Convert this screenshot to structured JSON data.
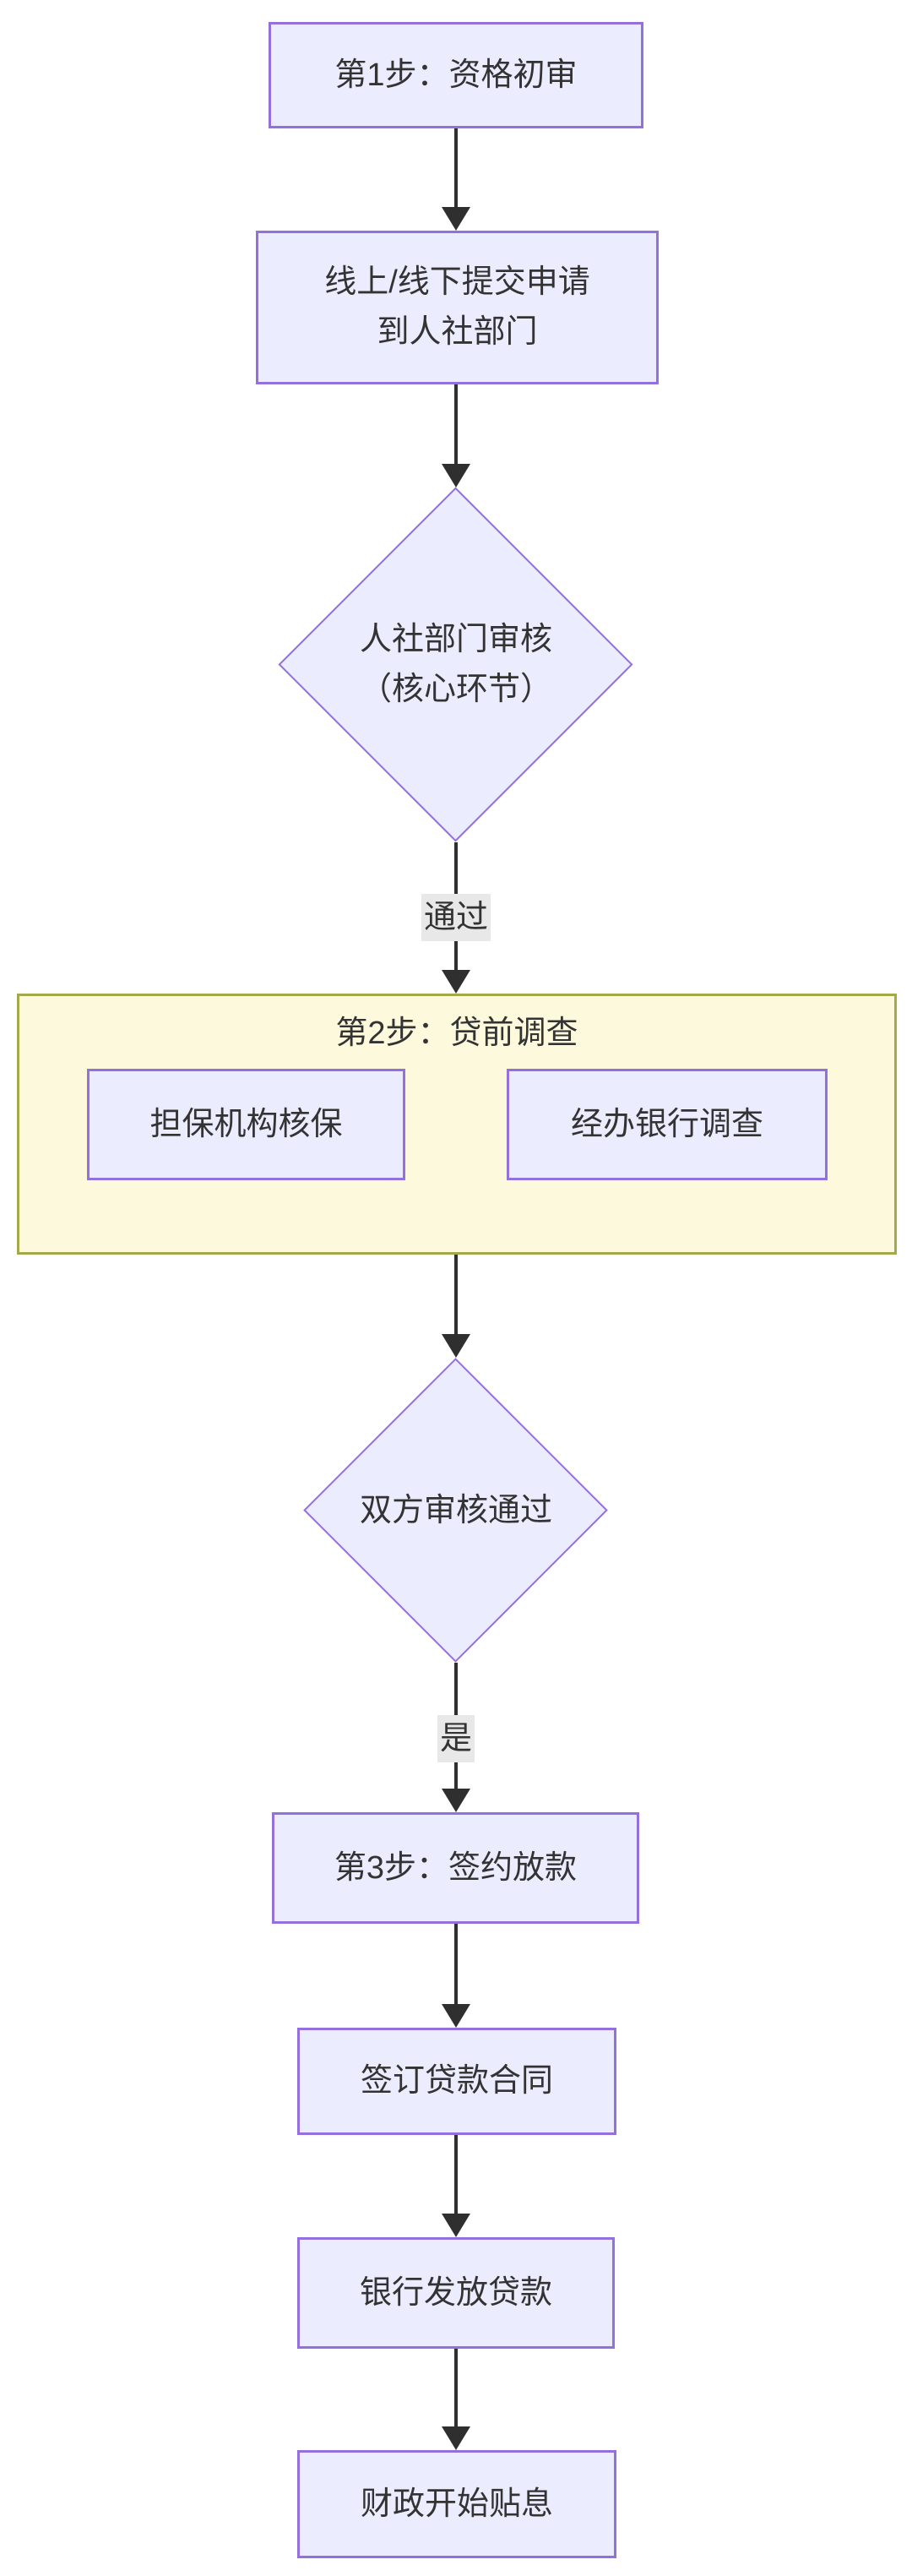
{
  "diagram": {
    "type": "flowchart",
    "direction": "top-down",
    "nodes": {
      "step1": {
        "shape": "rect",
        "label": "第1步：资格初审"
      },
      "submit": {
        "shape": "rect",
        "line1": "线上/线下提交申请",
        "line2": "到人社部门"
      },
      "hr_review": {
        "shape": "diamond",
        "line1": "人社部门审核",
        "line2": "（核心环节）"
      },
      "step2_group": {
        "shape": "subgraph",
        "title": "第2步：贷前调查",
        "children": {
          "guarantee": "担保机构核保",
          "bank": "经办银行调查"
        }
      },
      "both_pass": {
        "shape": "diamond",
        "label": "双方审核通过"
      },
      "step3": {
        "shape": "rect",
        "label": "第3步：签约放款"
      },
      "sign_contract": {
        "shape": "rect",
        "label": "签订贷款合同"
      },
      "bank_loan": {
        "shape": "rect",
        "label": "银行发放贷款"
      },
      "subsidy": {
        "shape": "rect",
        "label": "财政开始贴息"
      }
    },
    "edge_labels": {
      "pass": "通过",
      "yes": "是"
    },
    "edges": [
      {
        "from": "step1",
        "to": "submit"
      },
      {
        "from": "submit",
        "to": "hr_review"
      },
      {
        "from": "hr_review",
        "to": "step2_group",
        "label": "通过"
      },
      {
        "from": "step2_group",
        "to": "both_pass"
      },
      {
        "from": "both_pass",
        "to": "step3",
        "label": "是"
      },
      {
        "from": "step3",
        "to": "sign_contract"
      },
      {
        "from": "sign_contract",
        "to": "bank_loan"
      },
      {
        "from": "bank_loan",
        "to": "subsidy"
      }
    ],
    "colors": {
      "node_fill": "#ECECFF",
      "node_border": "#9370DB",
      "cluster_fill": "#FDF9DC",
      "cluster_border": "#A3A948",
      "edge": "#2F2F2F",
      "edge_label_bg": "#E8E8E8",
      "text": "#333333",
      "background": "#FFFFFF"
    }
  }
}
